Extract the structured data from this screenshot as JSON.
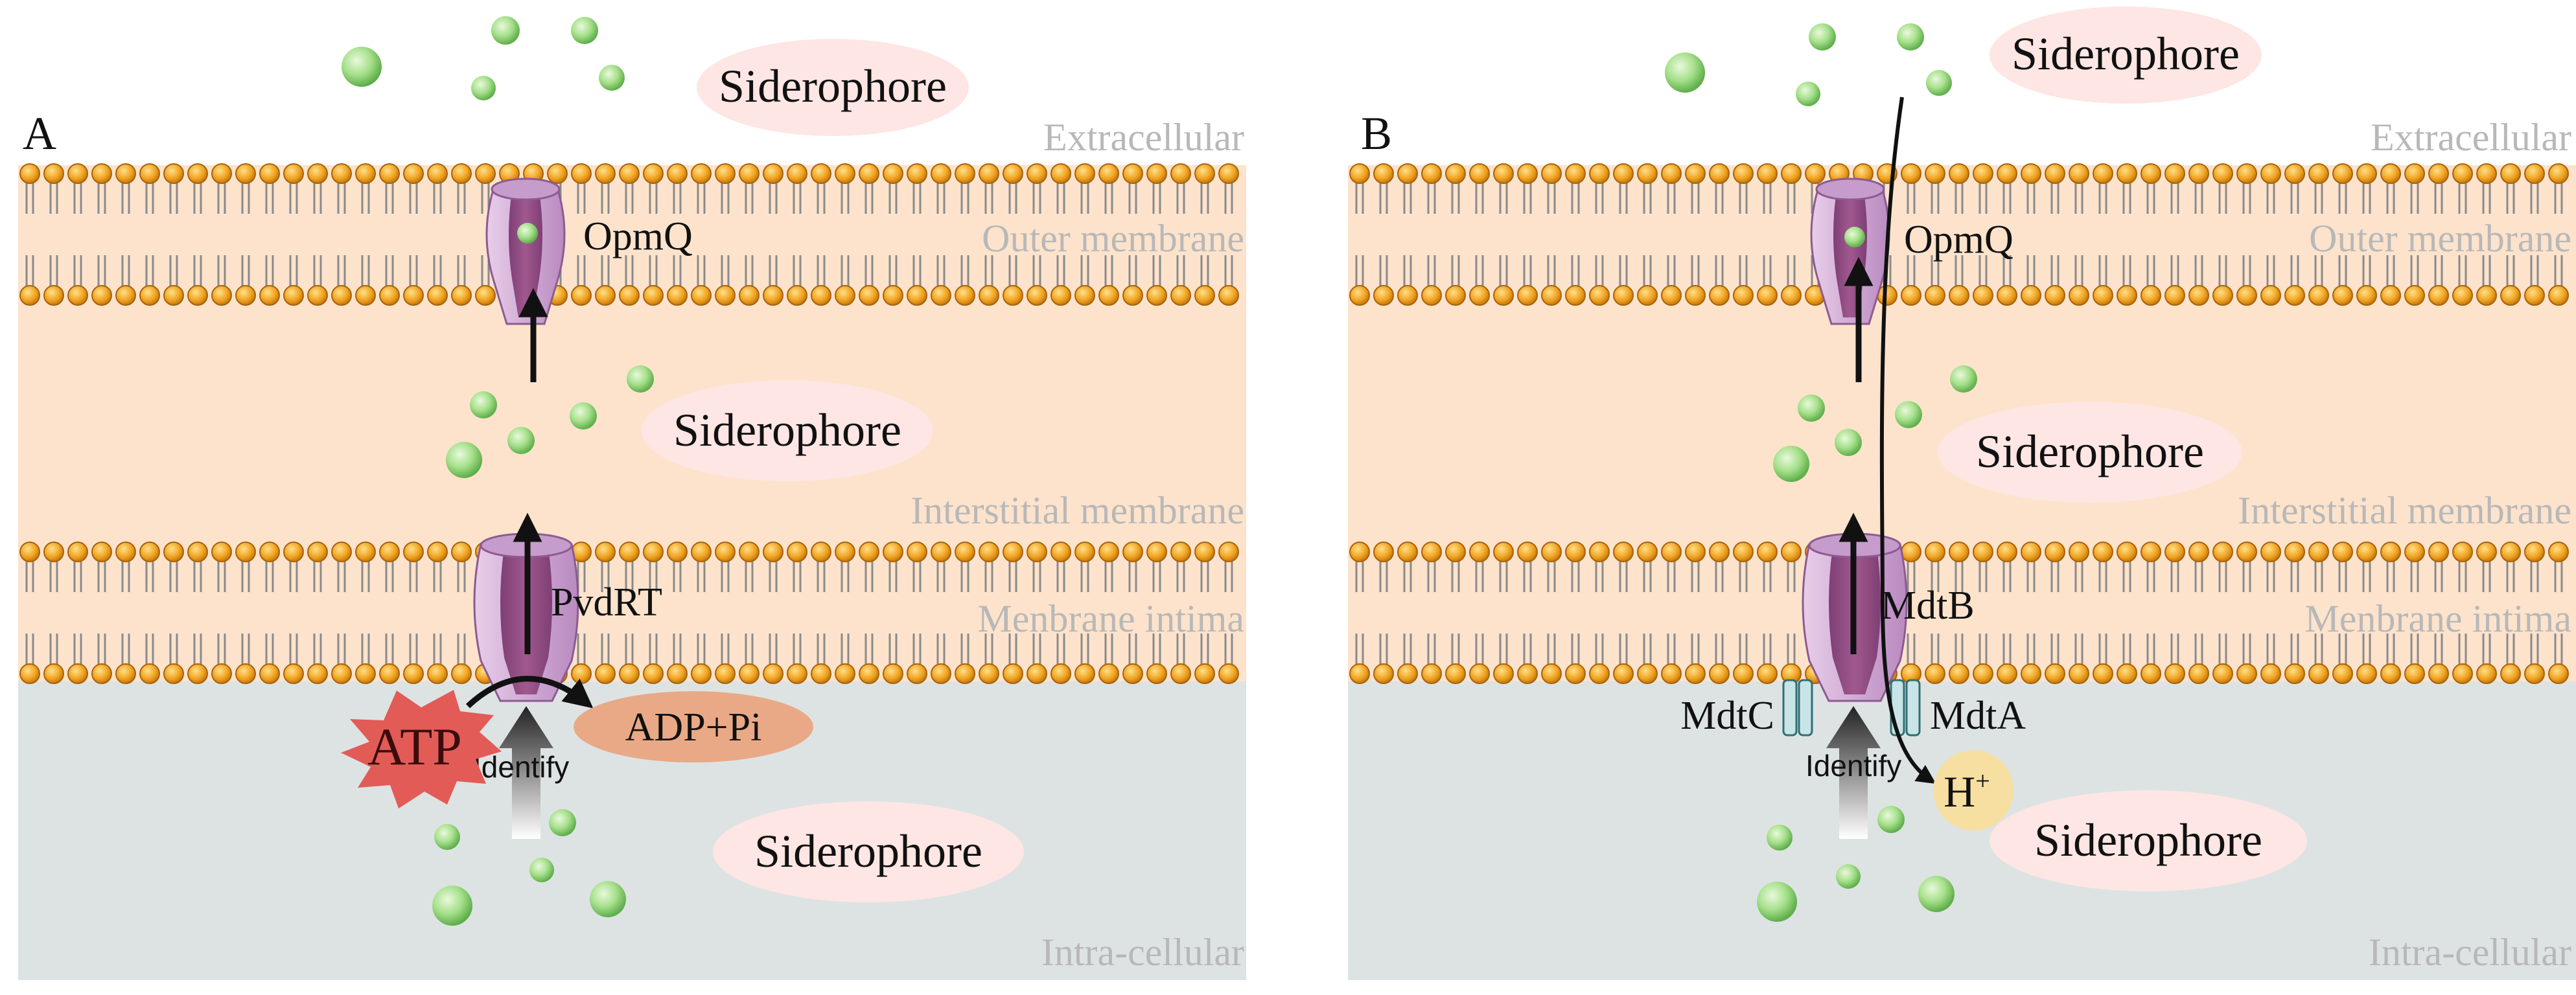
{
  "panels": [
    {
      "letter": "A",
      "zones": {
        "extracellular": "Extracellular",
        "outer": "Outer membrane",
        "interstitial": "Interstitial membrane",
        "inner": "Menbrane intima",
        "intra": "Intra-cellular"
      },
      "labels": {
        "outer_protein": "OpmQ",
        "inner_protein": "PvdRT",
        "siderophore_top": "Siderophore",
        "siderophore_mid": "Siderophore",
        "siderophore_bottom": "Siderophore",
        "identify": "Identify",
        "atp": "ATP",
        "adp": "ADP+Pi"
      }
    },
    {
      "letter": "B",
      "zones": {
        "extracellular": "Extracellular",
        "outer": "Outer membrane",
        "interstitial": "Interstitial membrane",
        "inner": "Menbrane intima",
        "intra": "Intra-cellular"
      },
      "labels": {
        "outer_protein": "OpmQ",
        "inner_protein": "MdtB",
        "siderophore_top": "Siderophore",
        "siderophore_mid": "Siderophore",
        "siderophore_bottom": "Siderophore",
        "identify": "Identify",
        "mdtc": "MdtC",
        "mdta": "MdtA",
        "proton": "H",
        "proton_sup": "+"
      }
    }
  ],
  "colors": {
    "membrane_fill": "#fde3cc",
    "cytoplasm": "#dde3e3",
    "lipid_head": "#f0a21f",
    "protein": "#a0598f",
    "protein_light": "#d6b3dc",
    "siderophore": "#a6e08b",
    "label_bg": "#fde6e3",
    "atp_star": "#e25b57",
    "adp_bg": "#e9a986",
    "proton_bg": "#f7dfa2",
    "zone_text": "#b8b8b8"
  }
}
